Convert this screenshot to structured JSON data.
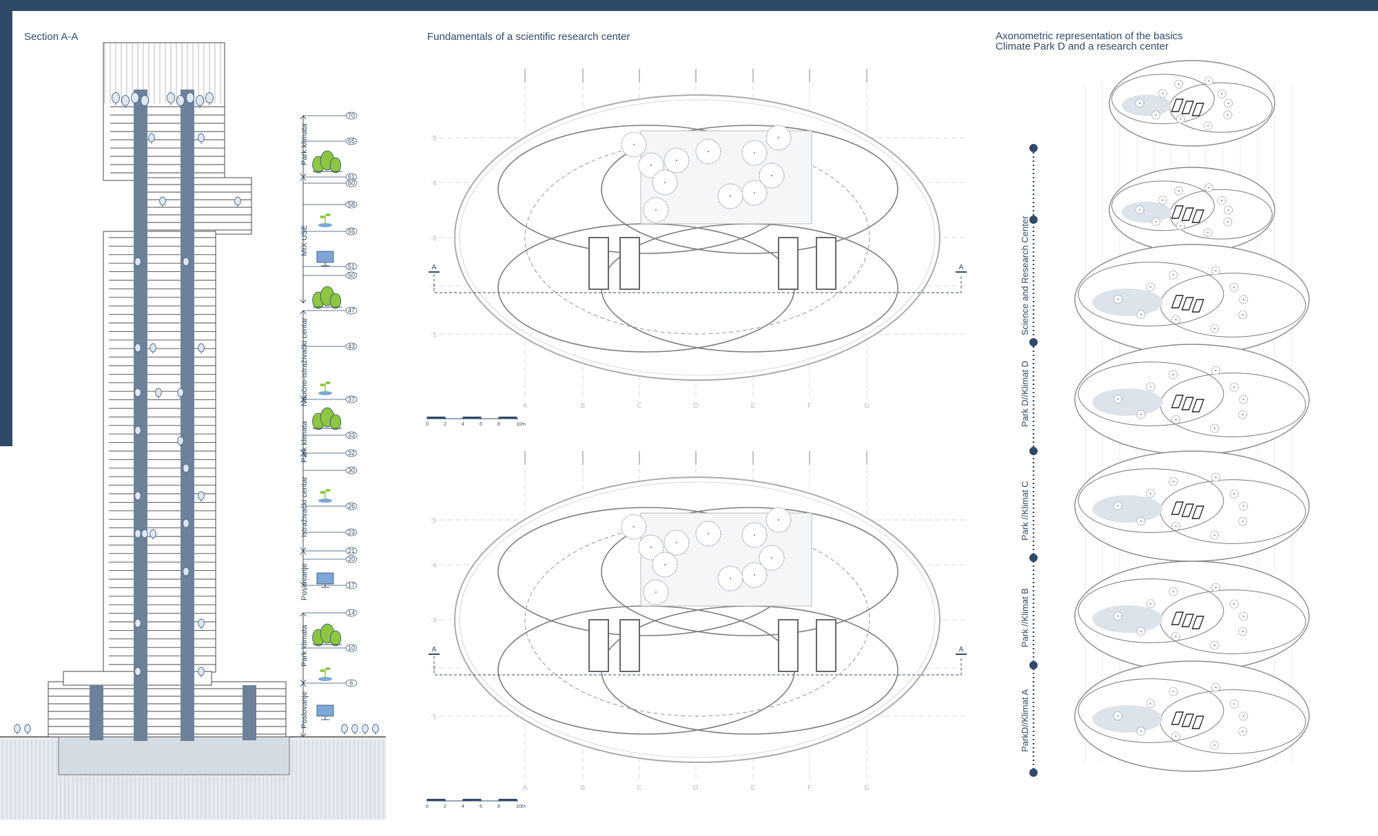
{
  "titles": {
    "section": "Section A-A",
    "plans": "Fundamentals of a scientific research center",
    "axo_line1": "Axonometric representation of the basics",
    "axo_line2": "Climate Park D and a research center"
  },
  "levels": [
    "70",
    "65",
    "61",
    "60",
    "58",
    "55",
    "51",
    "50",
    "47",
    "43",
    "37",
    "33",
    "32",
    "30",
    "26",
    "23",
    "21",
    "20",
    "17",
    "14",
    "10",
    "6"
  ],
  "zones": [
    "Park klimata",
    "MIX USE",
    "Naučno-istraživački centar",
    "Park klimata",
    "Istraživački centar",
    "Poslovanje",
    "Park klimata",
    "Poslovanje"
  ],
  "axo_labels": [
    "Science and Research Center",
    "Park D//Klimat D",
    "Park //Klimat C",
    "Park //Klimat B",
    "ParkD//Klimat A"
  ],
  "grid_letters": [
    "A",
    "B",
    "C",
    "D",
    "E",
    "F",
    "G"
  ],
  "grid_numbers": [
    "5",
    "4",
    "3",
    "2",
    "1"
  ],
  "section_mark": "A",
  "scale": [
    "0",
    "2",
    "4",
    "6",
    "8",
    "10m"
  ],
  "colors": {
    "navy": "#2f4a68",
    "core": "#6e819a",
    "tree": "#4f6d8f",
    "green": "#8dc63f",
    "blue": "#7ea6d8"
  }
}
